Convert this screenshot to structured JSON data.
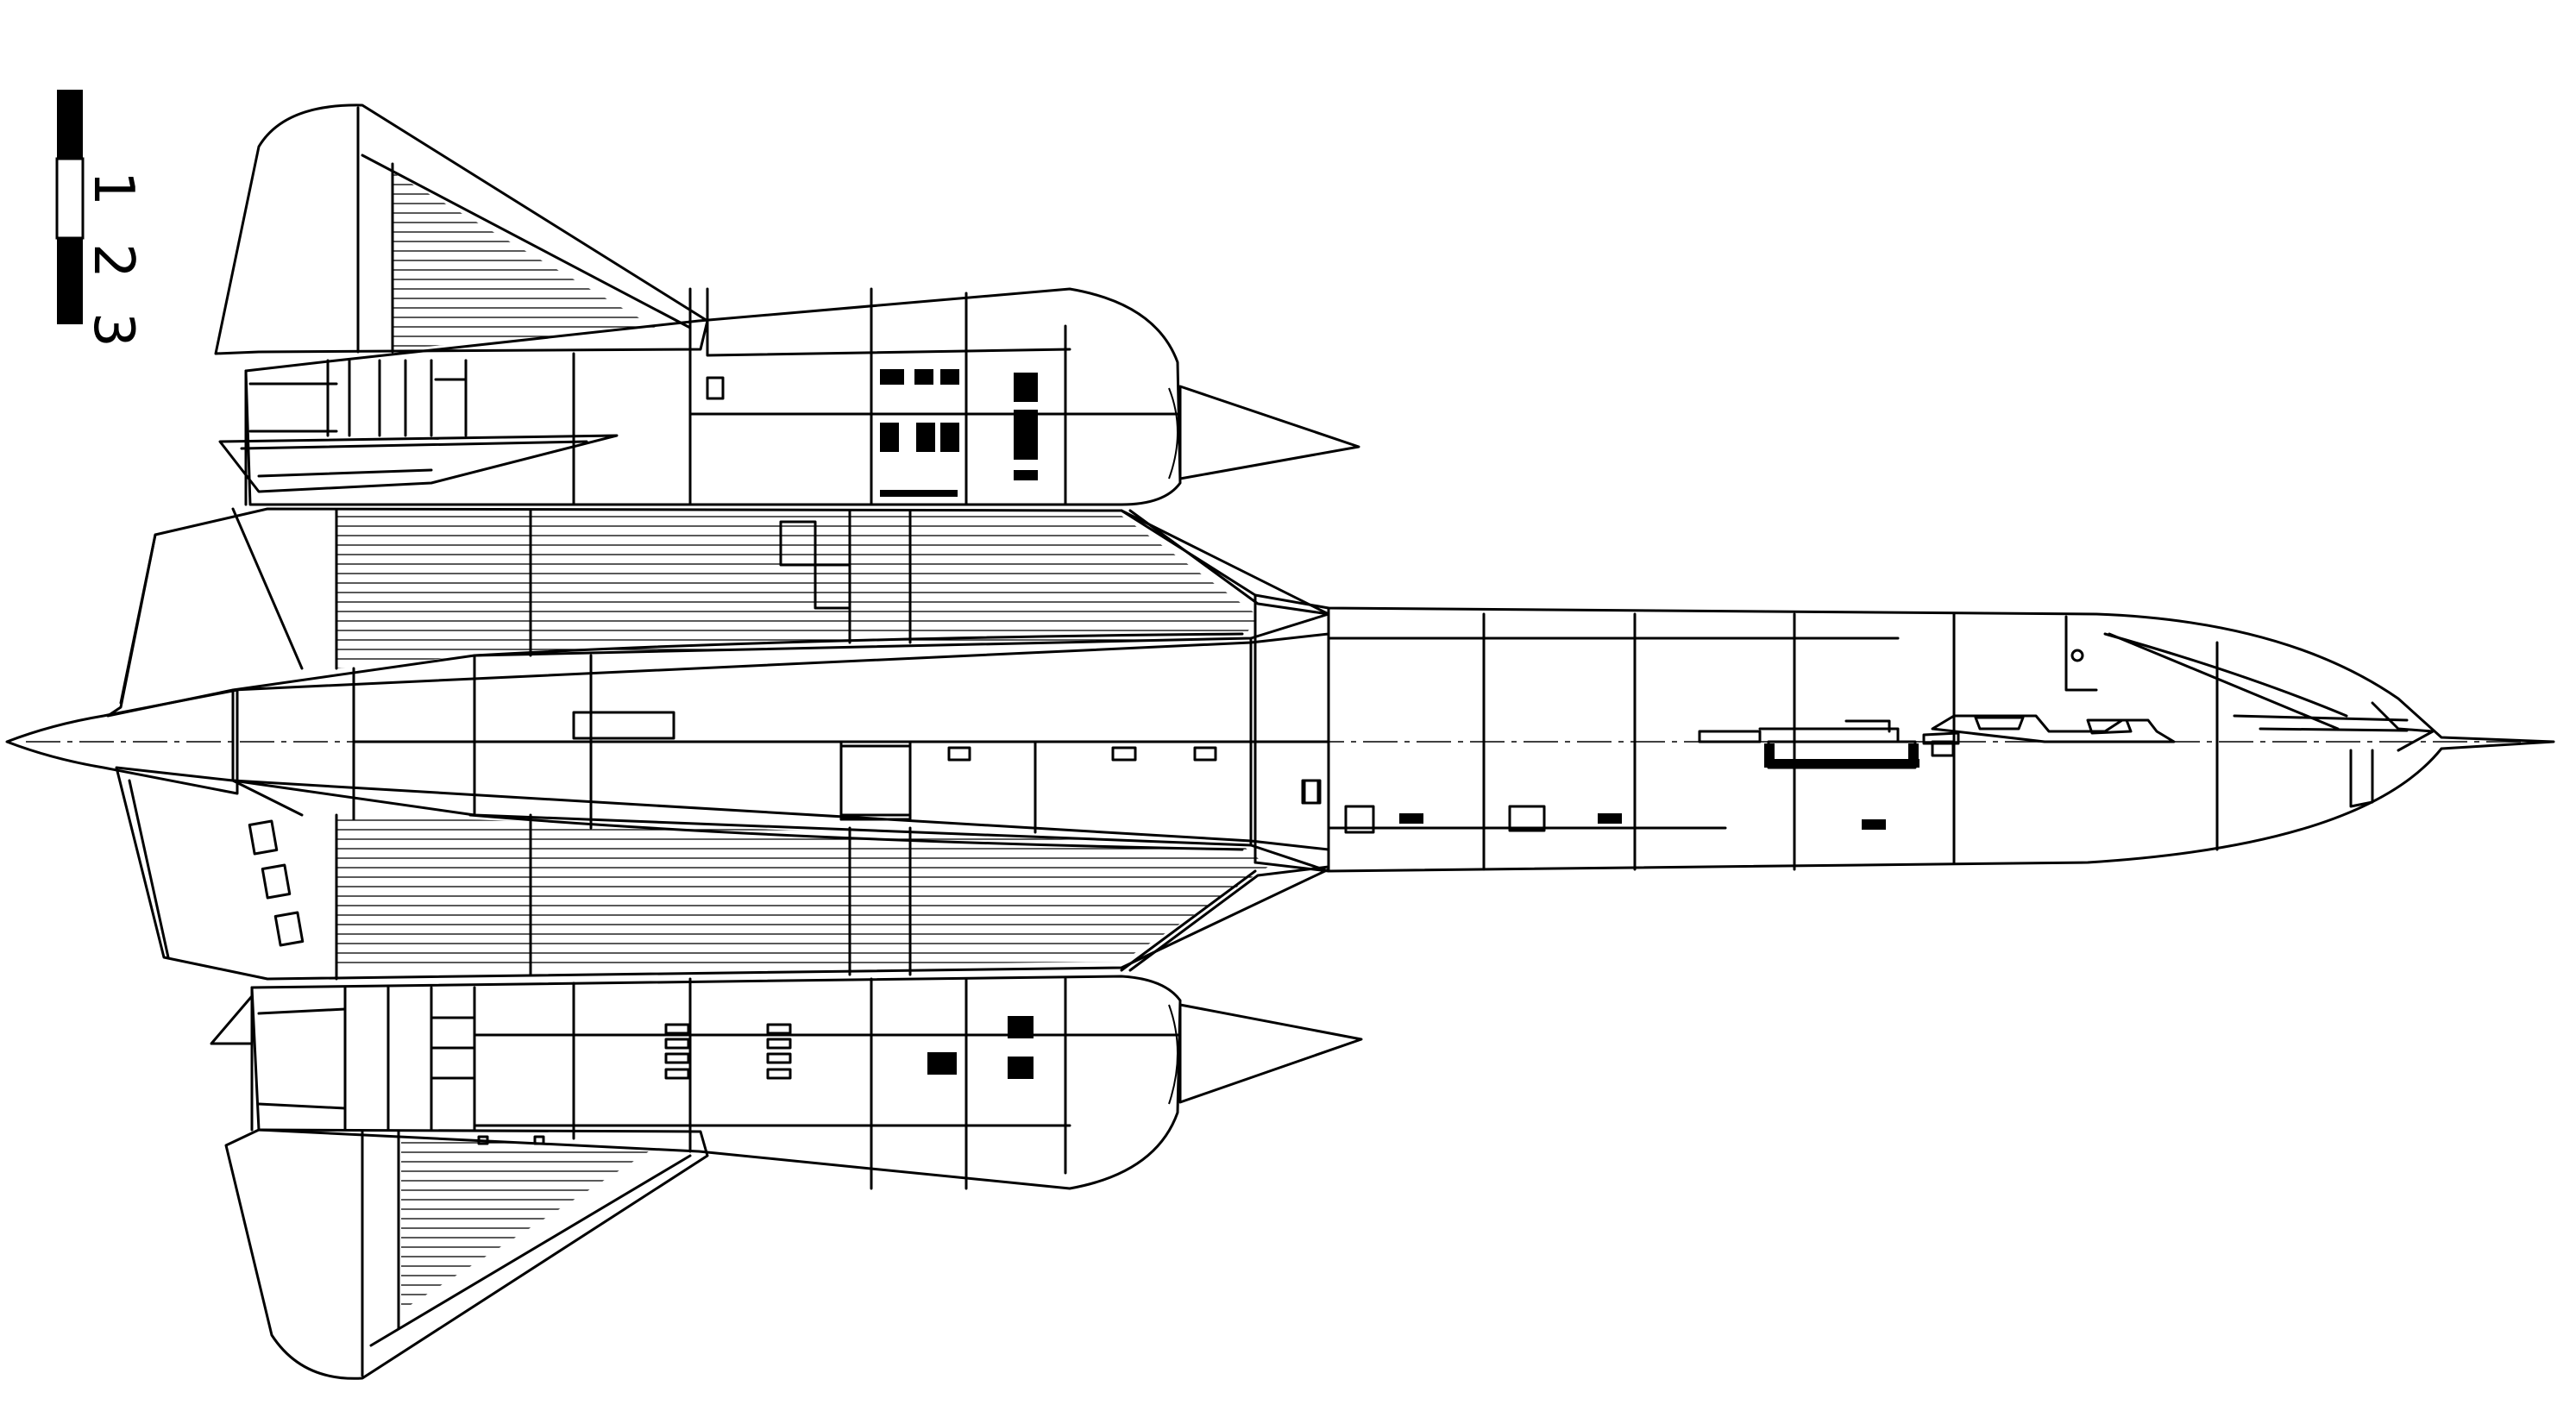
{
  "diagram": {
    "subject": "",
    "scale_bar": {
      "labels": [
        "1",
        "2",
        "3"
      ],
      "segments": [
        "black",
        "white",
        "black"
      ]
    }
  }
}
